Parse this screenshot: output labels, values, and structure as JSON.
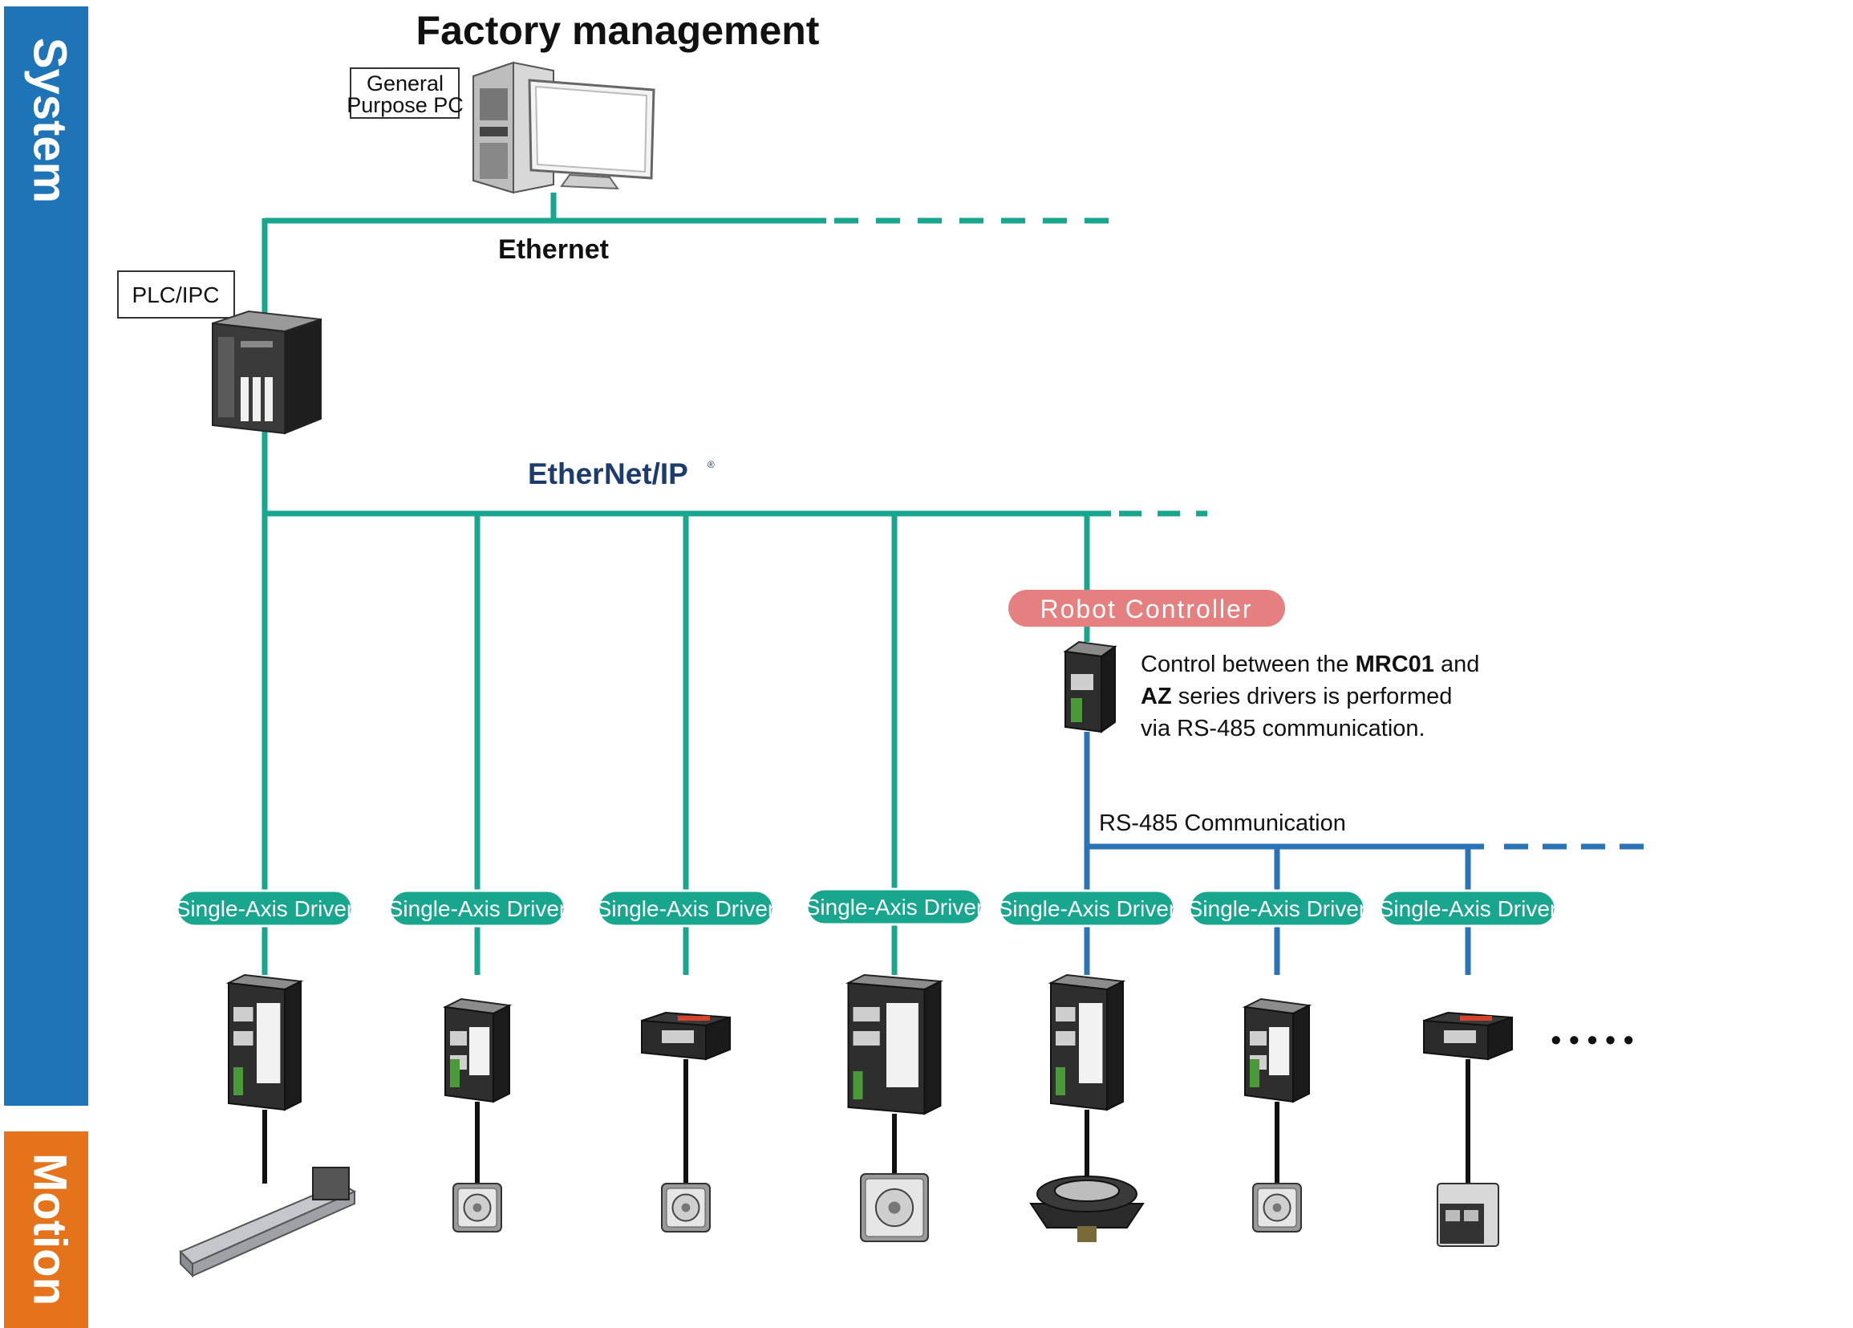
{
  "sidebar": {
    "system_label": "System",
    "motion_label": "Motion",
    "system_color": "#1f73b7",
    "motion_color": "#e5731c"
  },
  "title": "Factory management",
  "pc_label_line1": "General",
  "pc_label_line2": "Purpose PC",
  "ethernet_label": "Ethernet",
  "plc_label": "PLC/IPC",
  "ethernetip_label_a": "Ether",
  "ethernetip_label_b": "Net/IP",
  "ethernetip_tm": "®",
  "robot_controller_label": "Robot Controller",
  "description": {
    "l1_a": "Control between the ",
    "l1_b": "MRC01",
    "l1_c": " and",
    "l2_a": "AZ",
    "l2_b": " series drivers is performed",
    "l3": "via RS-485 communication."
  },
  "rs485_label": "RS-485 Communication",
  "drivers": [
    {
      "label": "Single-Axis Driver",
      "device": "driver-tall",
      "actuator": "linear-actuator"
    },
    {
      "label": "Single-Axis Driver",
      "device": "driver-slim",
      "actuator": "stepper-motor"
    },
    {
      "label": "Single-Axis Driver",
      "device": "driver-compact",
      "actuator": "stepper-motor"
    },
    {
      "label": "Single-Axis Driver",
      "device": "driver-large",
      "actuator": "servo-motor"
    },
    {
      "label": "Single-Axis Driver",
      "device": "driver-tall",
      "actuator": "rotary-table"
    },
    {
      "label": "Single-Axis Driver",
      "device": "driver-slim",
      "actuator": "stepper-motor"
    },
    {
      "label": "Single-Axis Driver",
      "device": "driver-compact",
      "actuator": "motor-with-driver"
    }
  ],
  "more_indicator": "• • • • •",
  "colors": {
    "teal": "#19a68e",
    "blue": "#2a73b5",
    "robot_pink": "#e68080",
    "ethernetip_navy": "#1c3c6e"
  }
}
